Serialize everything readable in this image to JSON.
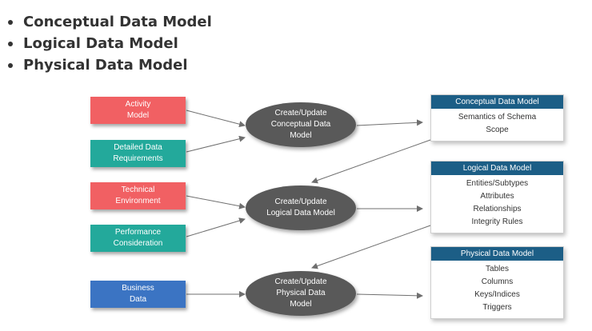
{
  "bullets": [
    "Conceptual Data Model",
    "Logical Data Model",
    "Physical Data Model"
  ],
  "inputs": [
    {
      "lines": [
        "Activity",
        "Model"
      ],
      "color": "#f16063"
    },
    {
      "lines": [
        "Detailed Data",
        "Requirements"
      ],
      "color": "#23a99b"
    },
    {
      "lines": [
        "Technical",
        "Environment"
      ],
      "color": "#f16063"
    },
    {
      "lines": [
        "Performance",
        "Consideration"
      ],
      "color": "#23a99b"
    },
    {
      "lines": [
        "Business",
        "Data"
      ],
      "color": "#3b74c3"
    }
  ],
  "processes": [
    {
      "lines": [
        "Create/Update",
        "Conceptual Data",
        "Model"
      ]
    },
    {
      "lines": [
        "Create/Update",
        "Logical Data Model"
      ]
    },
    {
      "lines": [
        "Create/Update",
        "Physical Data",
        "Model"
      ]
    }
  ],
  "models": [
    {
      "title": "Conceptual Data Model",
      "items": [
        "Semantics of Schema",
        "Scope"
      ]
    },
    {
      "title": "Logical Data Model",
      "items": [
        "Entities/Subtypes",
        "Attributes",
        "Relationships",
        "Integrity Rules"
      ]
    },
    {
      "title": "Physical Data Model",
      "items": [
        "Tables",
        "Columns",
        "Keys/Indices",
        "Triggers"
      ]
    }
  ],
  "colors": {
    "header": "#1c5e86",
    "ellipse": "#595959",
    "arrow": "#6f6f6f"
  }
}
